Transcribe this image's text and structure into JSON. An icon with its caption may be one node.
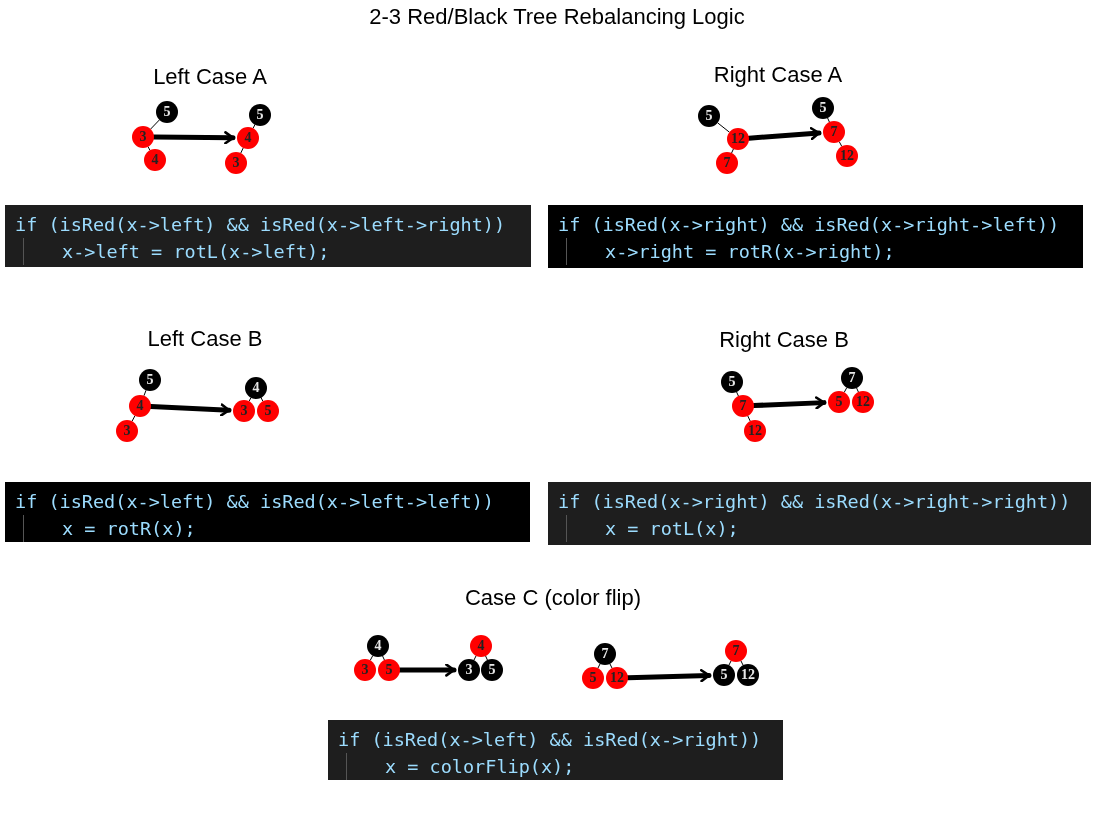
{
  "diagram": {
    "title": "2-3 Red/Black Tree Rebalancing Logic",
    "nodes": [
      {
        "text": [
          "5"
        ]
      },
      {
        "text": [
          "3"
        ]
      },
      {
        "text": [
          "4"
        ]
      },
      {
        "text": [
          "5"
        ]
      },
      {
        "text": [
          "4"
        ]
      },
      {
        "text": [
          "3"
        ]
      },
      {
        "text": [
          "5"
        ]
      },
      {
        "text": [
          "12"
        ]
      },
      {
        "text": [
          "7"
        ]
      },
      {
        "text": [
          "5"
        ]
      },
      {
        "text": [
          "7"
        ]
      },
      {
        "text": [
          "12"
        ]
      },
      {
        "text": [
          "if (isRed(x->left) && isRed(x->left->right))",
          "x->left = rotL(x->left);"
        ]
      },
      {
        "text": [
          "if (isRed(x->right) && isRed(x->right->left))",
          "x->right = rotR(x->right);"
        ]
      },
      {
        "text": [
          "5"
        ]
      },
      {
        "text": [
          "4"
        ]
      },
      {
        "text": [
          "3"
        ]
      },
      {
        "text": [
          "4"
        ]
      },
      {
        "text": [
          "3"
        ]
      },
      {
        "text": [
          "5"
        ]
      },
      {
        "text": [
          "5"
        ]
      },
      {
        "text": [
          "7"
        ]
      },
      {
        "text": [
          "12"
        ]
      },
      {
        "text": [
          "7"
        ]
      },
      {
        "text": [
          "5"
        ]
      },
      {
        "text": [
          "12"
        ]
      },
      {
        "text": [
          "if (isRed(x->left) && isRed(x->left->left))",
          "x = rotR(x);"
        ]
      },
      {
        "text": [
          "if (isRed(x->right) && isRed(x->right->right))",
          "x = rotL(x);"
        ]
      },
      {
        "text": [
          "4"
        ]
      },
      {
        "text": [
          "3"
        ]
      },
      {
        "text": [
          "5"
        ]
      },
      {
        "text": [
          "4"
        ]
      },
      {
        "text": [
          "3"
        ]
      },
      {
        "text": [
          "5"
        ]
      },
      {
        "text": [
          "7"
        ]
      },
      {
        "text": [
          "5"
        ]
      },
      {
        "text": [
          "12"
        ]
      },
      {
        "text": [
          "7"
        ]
      },
      {
        "text": [
          "5"
        ]
      },
      {
        "text": [
          "12"
        ]
      },
      {
        "text": [
          "if (isRed(x->left) && isRed(x->right))",
          "x = colorFlip(x);"
        ]
      }
    ],
    "edges": [
      {
        "from": 0,
        "to": 1,
        "arrow": "none"
      },
      {
        "from": 1,
        "to": 2,
        "arrow": "none"
      },
      {
        "from": 3,
        "to": 4,
        "arrow": "none"
      },
      {
        "from": 4,
        "to": 5,
        "arrow": "none"
      },
      {
        "from": 6,
        "to": 7,
        "arrow": "none"
      },
      {
        "from": 7,
        "to": 8,
        "arrow": "none"
      },
      {
        "from": 9,
        "to": 10,
        "arrow": "none"
      },
      {
        "from": 10,
        "to": 11,
        "arrow": "none"
      },
      {
        "from": 14,
        "to": 15,
        "arrow": "none"
      },
      {
        "from": 15,
        "to": 16,
        "arrow": "none"
      },
      {
        "from": 17,
        "to": 18,
        "arrow": "none"
      },
      {
        "from": 17,
        "to": 19,
        "arrow": "none"
      },
      {
        "from": 20,
        "to": 21,
        "arrow": "none"
      },
      {
        "from": 21,
        "to": 22,
        "arrow": "none"
      },
      {
        "from": 23,
        "to": 24,
        "arrow": "none"
      },
      {
        "from": 23,
        "to": 25,
        "arrow": "none"
      },
      {
        "from": 28,
        "to": 29,
        "arrow": "none"
      },
      {
        "from": 28,
        "to": 30,
        "arrow": "none"
      },
      {
        "from": 31,
        "to": 32,
        "arrow": "none"
      },
      {
        "from": 31,
        "to": 33,
        "arrow": "none"
      },
      {
        "from": 34,
        "to": 35,
        "arrow": "none"
      },
      {
        "from": 34,
        "to": 36,
        "arrow": "none"
      },
      {
        "from": 37,
        "to": 38,
        "arrow": "none"
      },
      {
        "from": 37,
        "to": 39,
        "arrow": "none"
      },
      {
        "from": 1,
        "to": 4,
        "arrow": "to",
        "style": "thick"
      },
      {
        "from": 7,
        "to": 10,
        "arrow": "to",
        "style": "thick"
      },
      {
        "from": 15,
        "to": 18,
        "arrow": "to",
        "style": "thick"
      },
      {
        "from": 21,
        "to": 24,
        "arrow": "to",
        "style": "thick"
      },
      {
        "from": 30,
        "to": 32,
        "arrow": "to",
        "style": "thick"
      },
      {
        "from": 36,
        "to": 38,
        "arrow": "to",
        "style": "thick"
      }
    ],
    "labels": [
      "Left Case A",
      "Right Case A",
      "Left Case B",
      "Right Case B",
      "Case C (color flip)"
    ]
  }
}
